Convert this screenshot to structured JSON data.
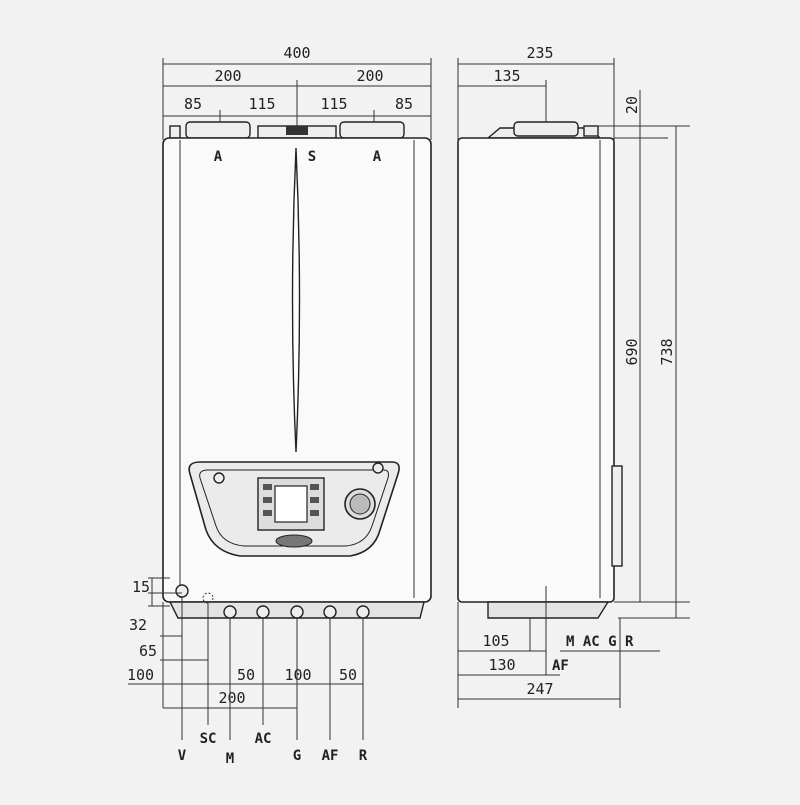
{
  "front_view": {
    "dims_top": {
      "total": "400",
      "half_left": "200",
      "half_right": "200",
      "a_left": "85",
      "s_left": "115",
      "s_right": "115",
      "a_right": "85"
    },
    "top_labels": {
      "a_left": "A",
      "s": "S",
      "a_right": "A"
    },
    "dims_left": {
      "d15": "15",
      "d32": "32",
      "d65": "65",
      "d100": "100"
    },
    "dims_bottom": {
      "d50a": "50",
      "d100": "100",
      "d50b": "50",
      "d200": "200"
    },
    "connections": [
      "V",
      "SC",
      "M",
      "AC",
      "G",
      "AF",
      "R"
    ]
  },
  "side_view": {
    "dims_top": {
      "total": "235",
      "offset": "135"
    },
    "dims_right": {
      "d20": "20",
      "d690": "690",
      "d738": "738"
    },
    "dims_bottom": {
      "d105": "105",
      "d130": "130",
      "d247": "247"
    },
    "labels_bottom": {
      "m_ac_g_r": "M AC G R",
      "af": "AF"
    }
  }
}
